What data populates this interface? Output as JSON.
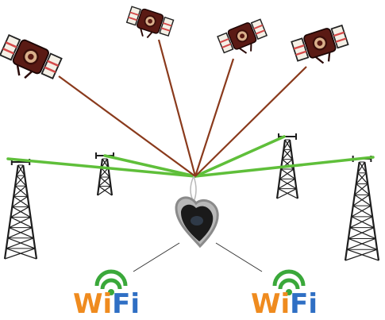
{
  "colors": {
    "satellite_beam": "#8a3a1c",
    "cell_beam": "#5fbf3a",
    "tower": "#1e1e1e",
    "satellite_body": "#5a1a14",
    "satellite_panel": "#f4f0e6",
    "satellite_panel_stripe": "#d44a4a",
    "pendant_frame": "#b8b8b8",
    "pendant_body": "#1a1a1a",
    "pendant_lens": "#2f3a48",
    "wifi_arc": "#3aa83a",
    "wifi_text_orange": "#ef8b1f",
    "wifi_text_blue": "#2f6fc4"
  },
  "icons": {
    "satellite": "satellite-icon",
    "tower": "cell-tower-icon",
    "tracker": "heart-pendant-tracker-icon",
    "wifi": "wifi-icon"
  },
  "wifi_badges": [
    {
      "letter_1": "W",
      "letter_2": "i",
      "letter_3": "F",
      "letter_4": "i"
    },
    {
      "letter_1": "W",
      "letter_2": "i",
      "letter_3": "F",
      "letter_4": "i"
    }
  ]
}
